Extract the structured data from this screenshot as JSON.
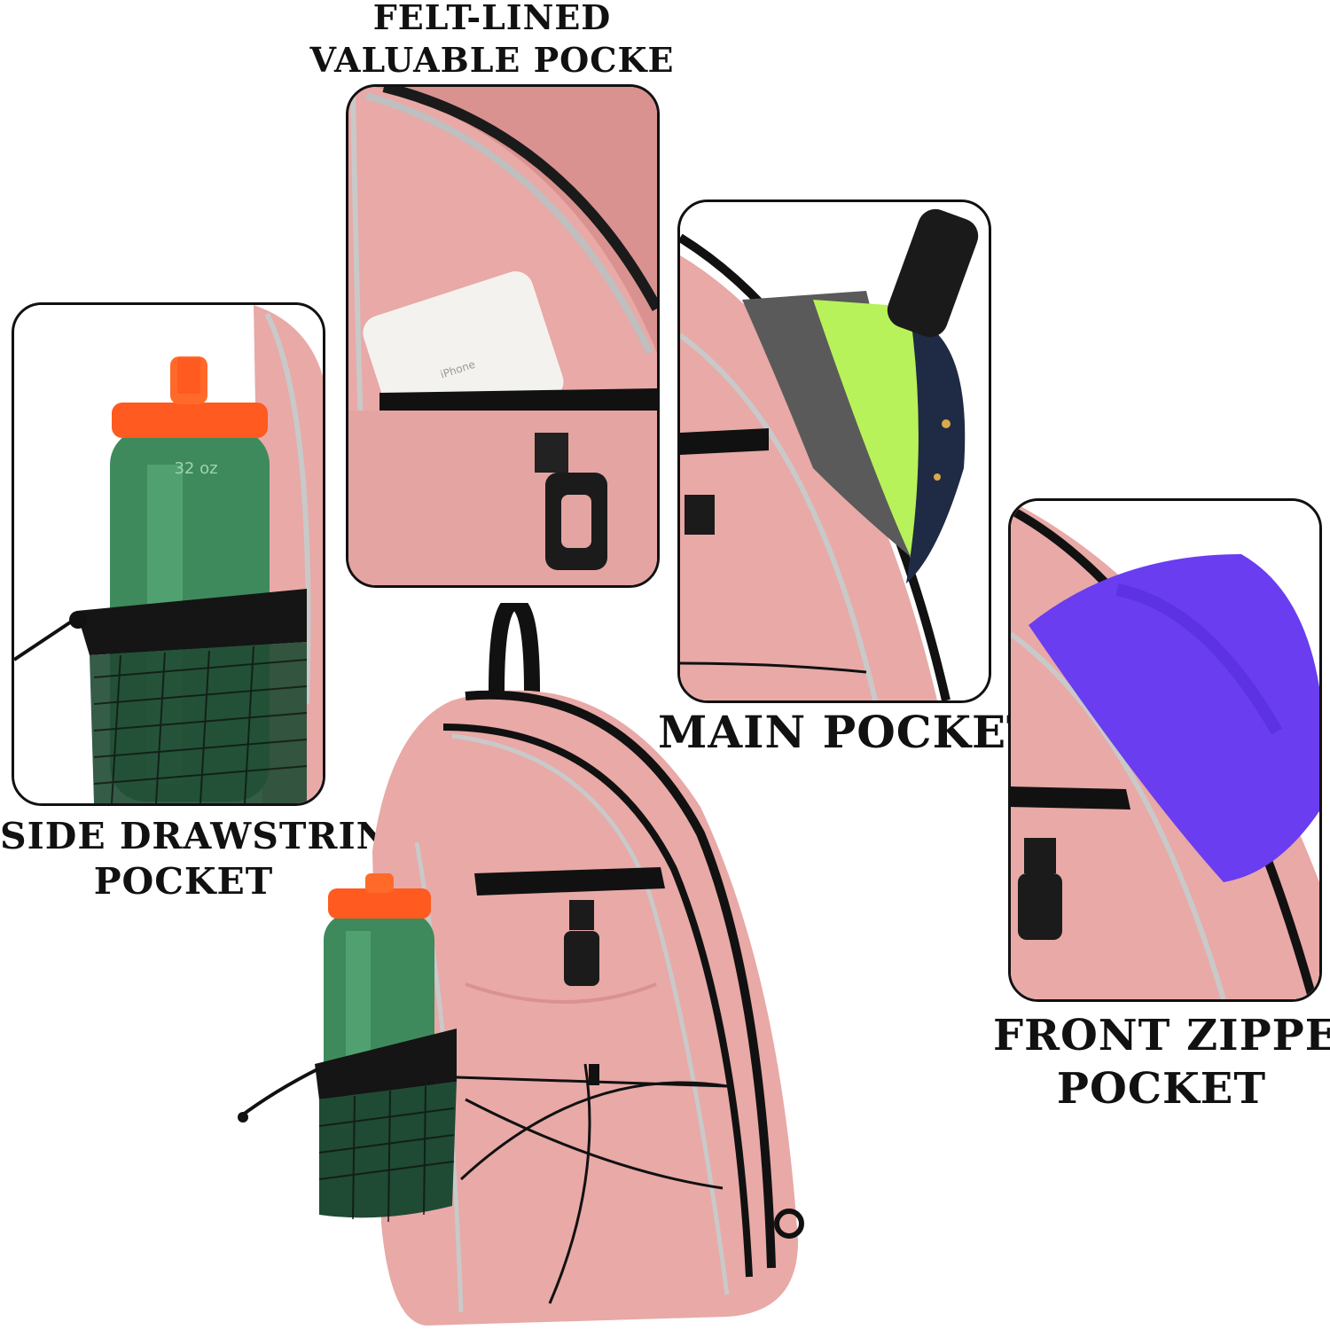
{
  "labels": {
    "felt_line1": "FELT-LINED",
    "felt_line2": "VALUABLE POCKE",
    "main": "MAIN POCKET",
    "side_line1": "SIDE DRAWSTRING",
    "side_line2": "POCKET",
    "front_line1": "FRONT ZIPPER",
    "front_line2": "POCKET"
  },
  "bottle_text": "32 oz",
  "phone_text": "iPhone",
  "colors": {
    "bag_pink": "#e8a9a7",
    "bag_pink_dark": "#d9928f",
    "bottle_cap": "#ff5a1f",
    "bottle_body": "#3e8a5c",
    "cloth_purple": "#6a3df0",
    "paddle_green": "#b8f25a"
  }
}
